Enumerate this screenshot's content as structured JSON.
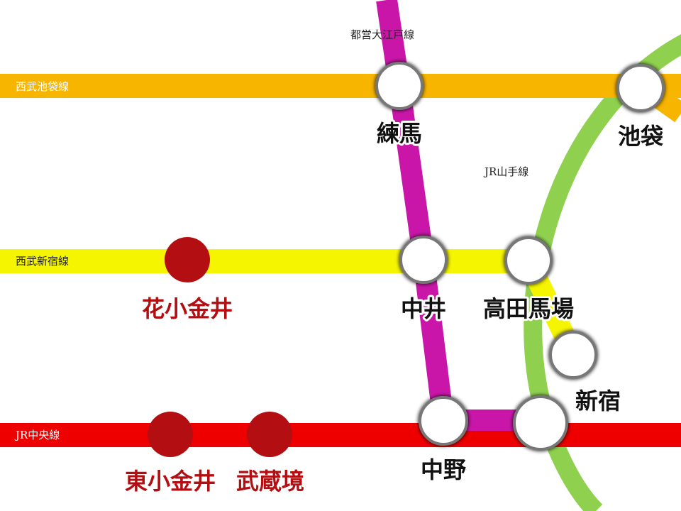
{
  "lines": {
    "seibu_ikebukuro": {
      "label": "西武池袋線",
      "color": "#f7b500"
    },
    "seibu_shinjuku": {
      "label": "西武新宿線",
      "color": "#f5f500"
    },
    "jr_chuo": {
      "label": "JR中央線",
      "color": "#ee0000"
    },
    "oedo": {
      "label": "都営大江戸線",
      "color": "#c916a8"
    },
    "yamanote": {
      "label": "JR山手線",
      "color": "#8fd14f"
    }
  },
  "stations": {
    "nerima": "練馬",
    "ikebukuro": "池袋",
    "nakai": "中井",
    "takadanobaba": "高田馬場",
    "shinjuku": "新宿",
    "nakano": "中野",
    "hanakoganei": "花小金井",
    "higashikoganei": "東小金井",
    "musashisakai": "武蔵境"
  },
  "highlight_color": "#b30f12"
}
